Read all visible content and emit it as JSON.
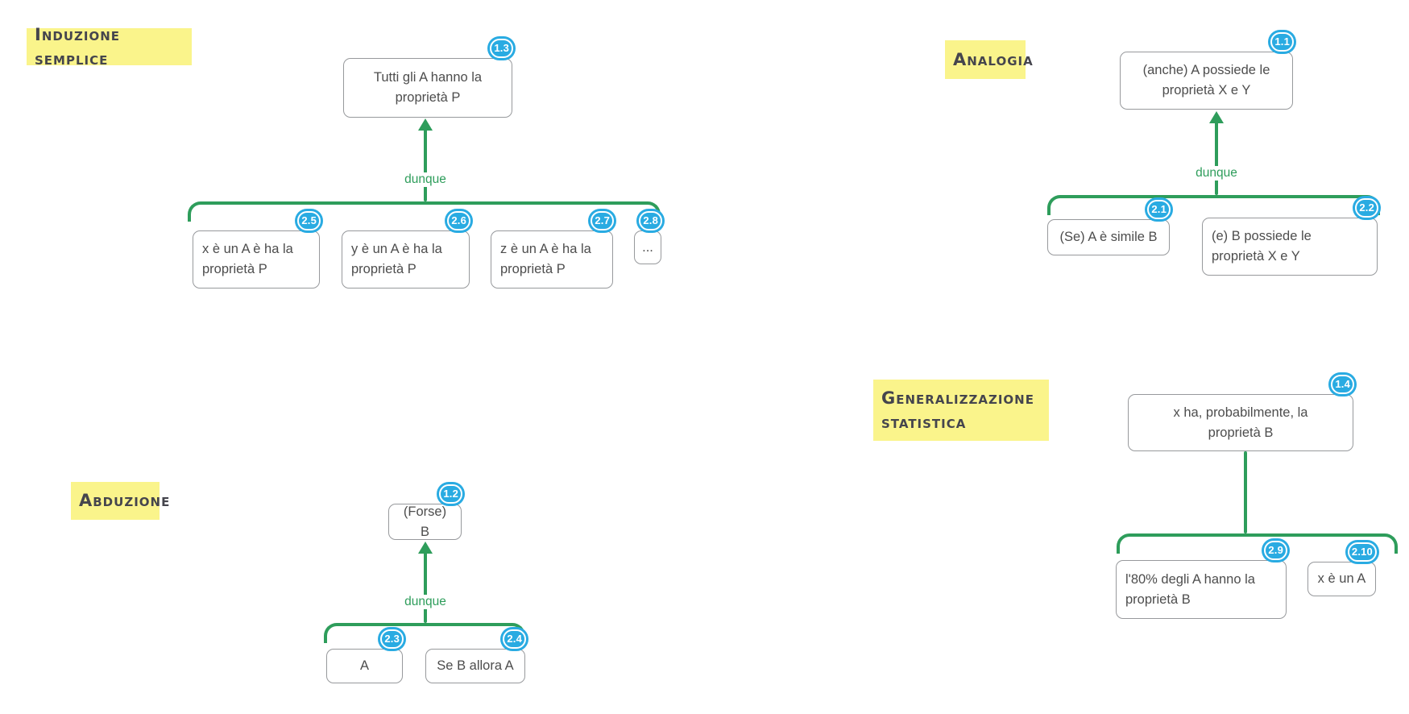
{
  "colors": {
    "connector_green": "#2E9D5B",
    "badge_blue": "#29ABE2",
    "label_yellow": "#FAF48B"
  },
  "sections": {
    "induzione": {
      "label": "Induzione semplice",
      "connector_label": "dunque",
      "conclusion": {
        "id": "1.3",
        "text": "Tutti gli A hanno la\nproprietà P"
      },
      "premises": [
        {
          "id": "2.5",
          "text": "x è un A è ha la\nproprietà P"
        },
        {
          "id": "2.6",
          "text": "y è un A è ha la\nproprietà P"
        },
        {
          "id": "2.7",
          "text": "z è un A è ha la\nproprietà P"
        },
        {
          "id": "2.8",
          "text": "..."
        }
      ]
    },
    "analogia": {
      "label": "Analogia",
      "connector_label": "dunque",
      "conclusion": {
        "id": "1.1",
        "text": "(anche) A possiede le\nproprietà X e Y"
      },
      "premises": [
        {
          "id": "2.1",
          "text": "(Se) A è simile B"
        },
        {
          "id": "2.2",
          "text": "(e) B possiede le\nproprietà X e Y"
        }
      ]
    },
    "generalizzazione": {
      "label": "Generalizzazione\nstatistica",
      "conclusion": {
        "id": "1.4",
        "text": "x ha, probabilmente, la\nproprietà B"
      },
      "premises": [
        {
          "id": "2.9",
          "text": "l'80% degli A hanno la\nproprietà B"
        },
        {
          "id": "2.10",
          "text": "x è un A"
        }
      ]
    },
    "abduzione": {
      "label": "Abduzione",
      "connector_label": "dunque",
      "conclusion": {
        "id": "1.2",
        "text": "(Forse) B"
      },
      "premises": [
        {
          "id": "2.3",
          "text": "A"
        },
        {
          "id": "2.4",
          "text": "Se B allora A"
        }
      ]
    }
  }
}
